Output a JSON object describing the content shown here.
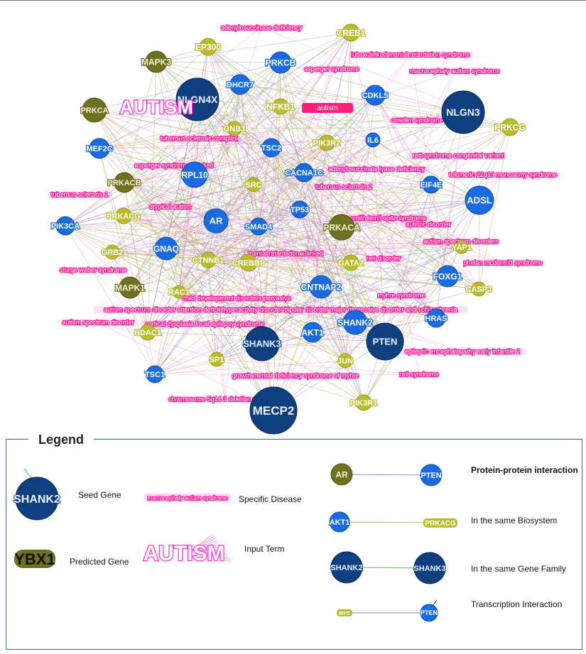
{
  "colors": {
    "seed": "#1a5fd0",
    "seed_dark": "#0f3f7e",
    "predicted": "#b4b82a",
    "predicted_dark": "#6f7021",
    "disease": "#ff1493",
    "input_term": "#ff33cc",
    "edge_ppi": "#8a8ae6",
    "edge_bio": "#b5b56a",
    "edge_family": "#66cc66",
    "edge_tf": "#333333"
  },
  "nodes": [
    {
      "id": "MECP2",
      "type": "seed-dark"
    },
    {
      "id": "NLGN4X",
      "type": "seed-dark"
    },
    {
      "id": "NLGN3",
      "type": "seed-dark"
    },
    {
      "id": "PTEN",
      "type": "seed-dark"
    },
    {
      "id": "SHANK3",
      "type": "seed-dark"
    },
    {
      "id": "ADSL",
      "type": "seed"
    },
    {
      "id": "AR",
      "type": "seed"
    },
    {
      "id": "RPL10",
      "type": "seed"
    },
    {
      "id": "GNAQ",
      "type": "seed"
    },
    {
      "id": "CNTNAP2",
      "type": "seed"
    },
    {
      "id": "SHANK2",
      "type": "seed"
    },
    {
      "id": "AKT1",
      "type": "seed"
    },
    {
      "id": "PRKCB",
      "type": "seed"
    },
    {
      "id": "DHCR7",
      "type": "seed"
    },
    {
      "id": "CDKL5",
      "type": "seed"
    },
    {
      "id": "MEF2C",
      "type": "seed"
    },
    {
      "id": "TSC2",
      "type": "seed"
    },
    {
      "id": "CACNA1C",
      "type": "seed"
    },
    {
      "id": "IL6",
      "type": "seed"
    },
    {
      "id": "EIF4E",
      "type": "seed"
    },
    {
      "id": "TP53",
      "type": "seed"
    },
    {
      "id": "SMAD4",
      "type": "seed"
    },
    {
      "id": "PIK3CA",
      "type": "seed"
    },
    {
      "id": "FOXG1",
      "type": "seed"
    },
    {
      "id": "HRAS",
      "type": "seed"
    },
    {
      "id": "TSC1",
      "type": "seed"
    },
    {
      "id": "PRKCA",
      "type": "pred-dark"
    },
    {
      "id": "MAPK3",
      "type": "pred-dark"
    },
    {
      "id": "PRKACB",
      "type": "pred-dark"
    },
    {
      "id": "PRKACA",
      "type": "pred-dark"
    },
    {
      "id": "MAPK1",
      "type": "pred-dark"
    },
    {
      "id": "CREB1",
      "type": "pred"
    },
    {
      "id": "EP300",
      "type": "pred"
    },
    {
      "id": "NFKB1",
      "type": "pred"
    },
    {
      "id": "GNB3",
      "type": "pred"
    },
    {
      "id": "PIK3R2",
      "type": "pred"
    },
    {
      "id": "PRKCG",
      "type": "pred"
    },
    {
      "id": "SRC",
      "type": "pred"
    },
    {
      "id": "PRKACG",
      "type": "pred"
    },
    {
      "id": "GRB2",
      "type": "pred"
    },
    {
      "id": "CTNNB1",
      "type": "pred"
    },
    {
      "id": "CREBBP",
      "type": "pred"
    },
    {
      "id": "RAC1",
      "type": "pred"
    },
    {
      "id": "GATA2",
      "type": "pred"
    },
    {
      "id": "YAP1",
      "type": "pred"
    },
    {
      "id": "CASP3",
      "type": "pred"
    },
    {
      "id": "HDAC1",
      "type": "pred"
    },
    {
      "id": "SP1",
      "type": "pred"
    },
    {
      "id": "JUN",
      "type": "pred"
    },
    {
      "id": "PIK3R1",
      "type": "pred"
    }
  ],
  "input_term": "AUTISM",
  "diseases": [
    "adenylosuccinase deficiency",
    "lubs x-linked mental retardation syndrome",
    "asperger syndrome",
    "macrocephaly autism syndrome",
    "autism",
    "cowden syndrome",
    "tuberous sclerosis complex",
    "asperger syndrome x-linked",
    "rett syndrome congenital variant",
    "adenylosuccinate lyase deficiency",
    "telomeric 22q13 monosomy syndrome",
    "tuberous sclerosis 1",
    "tuberous sclerosis 2",
    "atypical autism",
    "smith lemli opitz syndrome",
    "autistic disorder",
    "autism spectrum disorders",
    "mental retardation x-linked",
    "rett disorder",
    "phelan mcdermid syndrome",
    "sturge weber syndrome",
    "child development disorders pervasive",
    "myhre syndrome",
    "autism spectrum disorder attention deficit hyperactivity disorder bipolar disorder major depressive disorder and schizophrenia",
    "autism spectrum disorder",
    "cortical dysplasia focal epilepsy syndrome",
    "epileptic encephalopathy early infantile 2",
    "rett syndrome",
    "growth mental deficiency syndrome of myhre",
    "chromosome 5q14 3 deletion syndrome"
  ],
  "legend": {
    "title": "Legend",
    "seed_example": "SHANK2",
    "seed_label": "Seed Gene",
    "predicted_example": "YBX1",
    "predicted_label": "Predicted Gene",
    "disease_example": "macrocephaly autism syndrome",
    "disease_label": "Specific Disease",
    "input_example": "AUTISM",
    "input_label": "Input Term",
    "ppi_a": "AR",
    "ppi_b": "PTEN",
    "ppi_label": "Protein-protein  interaction",
    "bio_a": "AKT1",
    "bio_b": "PRKACG",
    "bio_label": "In the same Biosystem",
    "fam_a": "SHANK2",
    "fam_b": "SHANK3",
    "fam_label": "In the same Gene Family",
    "tf_a": "MYC",
    "tf_b": "PTEN",
    "tf_label": "Transcription Interaction"
  }
}
